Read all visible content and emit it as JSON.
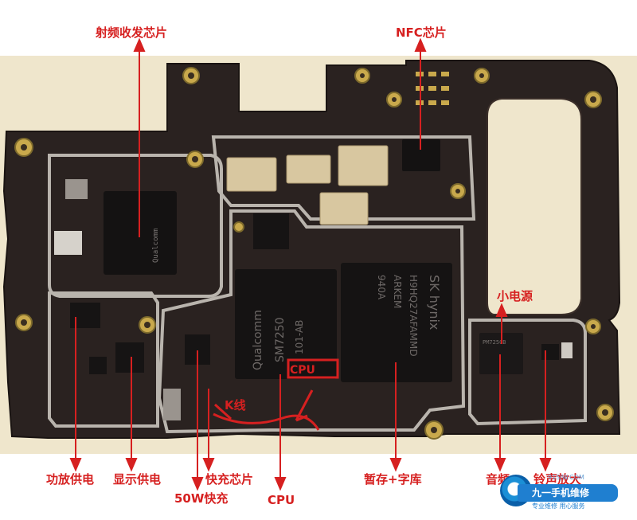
{
  "labels": {
    "rf_transceiver": "射频收发芯片",
    "nfc": "NFC芯片",
    "small_power": "小电源",
    "pa_power": "功放供电",
    "display_power": "显示供电",
    "fast_charge_chip": "快充芯片",
    "fast_charge_50w": "50W快充",
    "cpu": "CPU",
    "ram_rom": "暂存+字库",
    "audio": "音频",
    "ringer_amp": "铃声放大"
  },
  "annotations": {
    "k_line": "K线",
    "cpu_on_chip": "CPU"
  },
  "chip_markings": {
    "soc_brand": "Qualcomm",
    "soc_model": "SM7250",
    "soc_rev": "101-AB",
    "memory_brand": "SK hynix",
    "memory_part": "H9HQ27AFAMMD",
    "memory_code": "ARKEM",
    "memory_lot": "940A",
    "power_chip": "PM7250B"
  },
  "logo": {
    "site": "91SJW.COM",
    "name": "九一手机维修",
    "slogan": "专业维修 用心服务"
  },
  "colors": {
    "label_red": "#d62020",
    "board_dark": "#2a2220",
    "background": "#efe6cc",
    "logo_blue": "#1f7fd0"
  }
}
